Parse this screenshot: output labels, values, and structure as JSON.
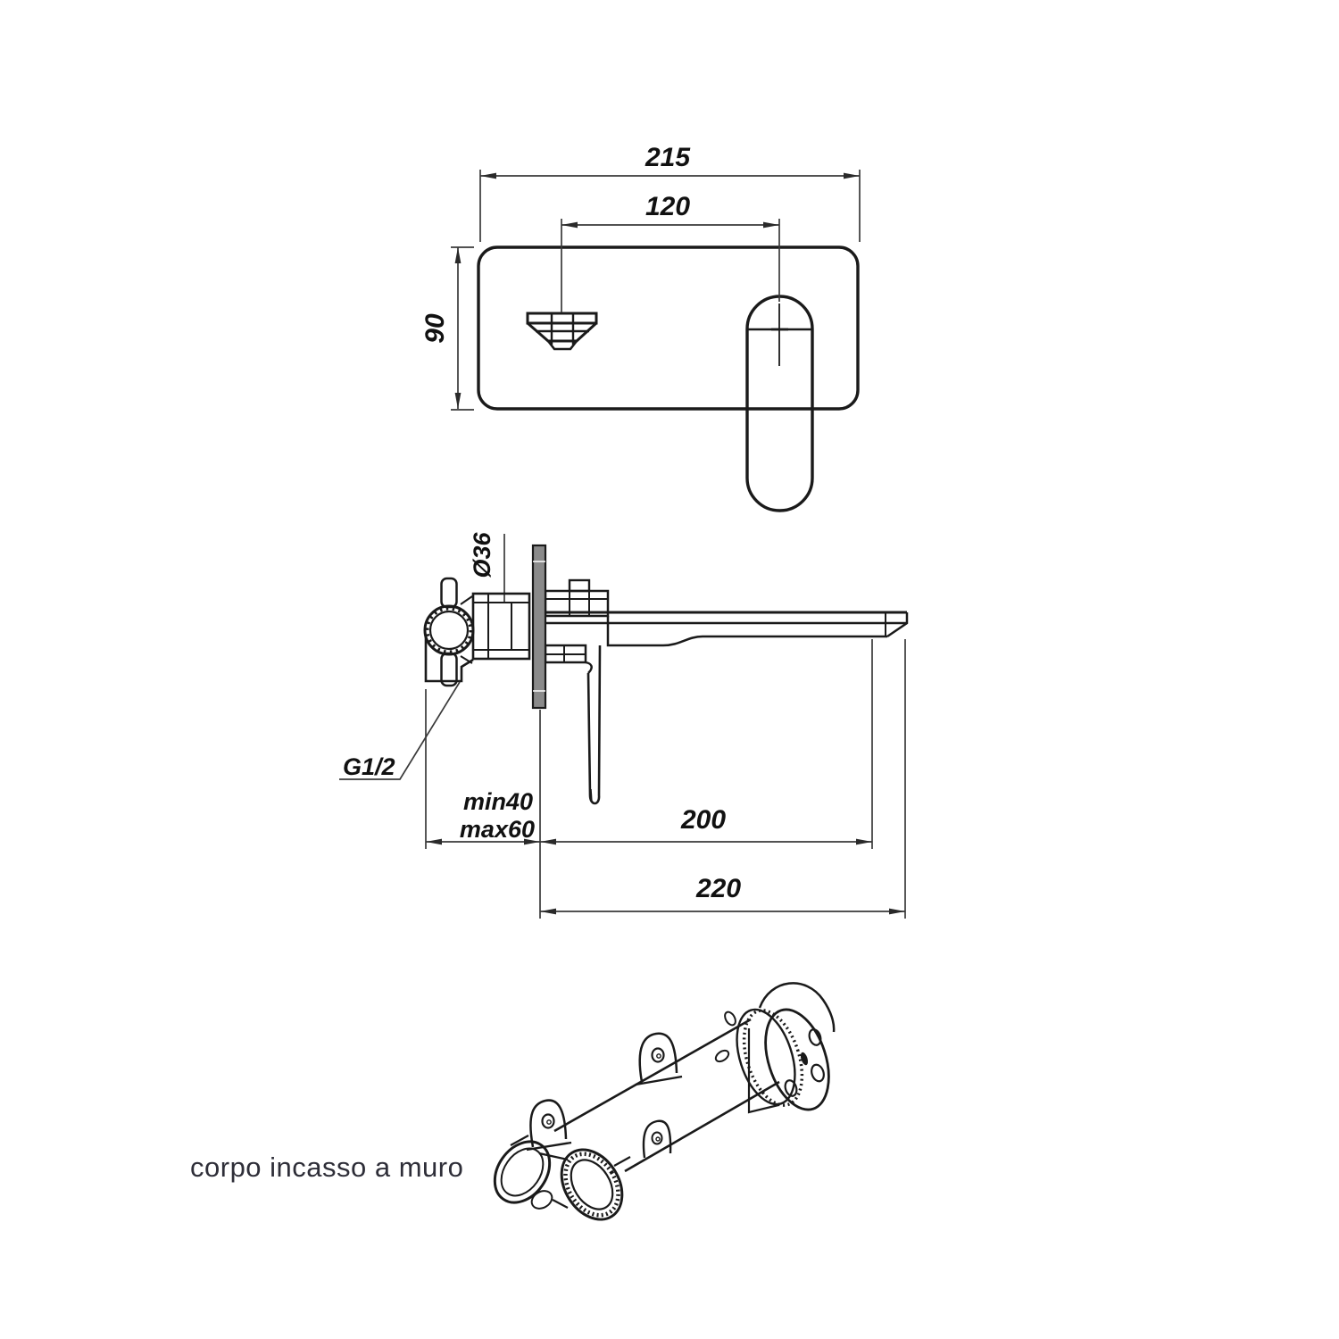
{
  "drawing": {
    "type": "faucet technical drawing",
    "caption": "corpo incasso a muro",
    "front_view": {
      "plate_width_mm": "215",
      "hole_centers_mm": "120",
      "plate_height_mm": "90"
    },
    "side_view": {
      "sleeve_diameter": "Ø36",
      "inlet_thread": "G1/2",
      "recess_min": "min40",
      "recess_max": "max60",
      "spout_projection_mm": "200",
      "overall_projection_mm": "220"
    },
    "colors": {
      "background": "#ffffff",
      "outline": "#1a1a1a",
      "dimension": "#3a3a3a",
      "plate_fill": "#8a8a8a",
      "text": "#111111",
      "caption_text": "#2e2e38"
    }
  }
}
